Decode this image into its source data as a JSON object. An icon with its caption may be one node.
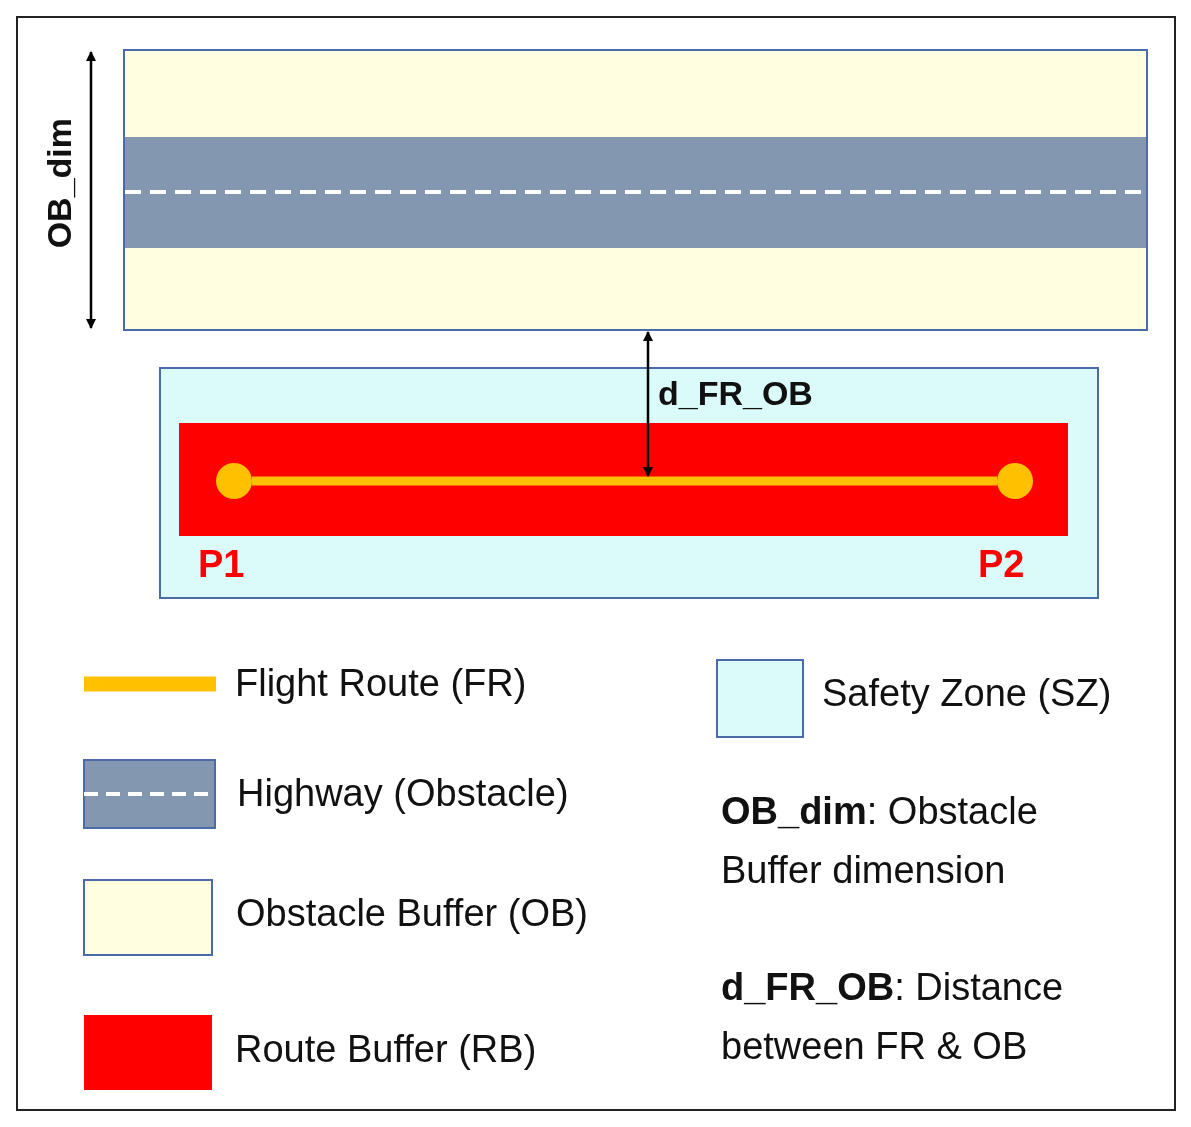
{
  "diagram": {
    "nodes": [
      {
        "text": [],
        "shape": "circle"
      },
      {
        "text": [],
        "shape": "circle"
      }
    ],
    "edges": [
      {
        "from": 0,
        "to": 1,
        "arrow": "none"
      }
    ],
    "labels": [
      "OB_dim",
      "d_FR_OB",
      "P1",
      "P2",
      "**OB_dim**:  Obstacle Buffer dimension",
      "**d_FR_OB**: Distance between FR & OB"
    ],
    "legend": [
      {
        "text": "Flight Route (FR)"
      },
      {
        "text": "Highway (Obstacle)"
      },
      {
        "text": "Obstacle Buffer (OB)",
        "color": "#fffee0"
      },
      {
        "text": "Route Buffer (RB)",
        "color": "#ff0000"
      },
      {
        "text": "Safety Zone (SZ)",
        "color": "#dbfbfb"
      }
    ]
  }
}
